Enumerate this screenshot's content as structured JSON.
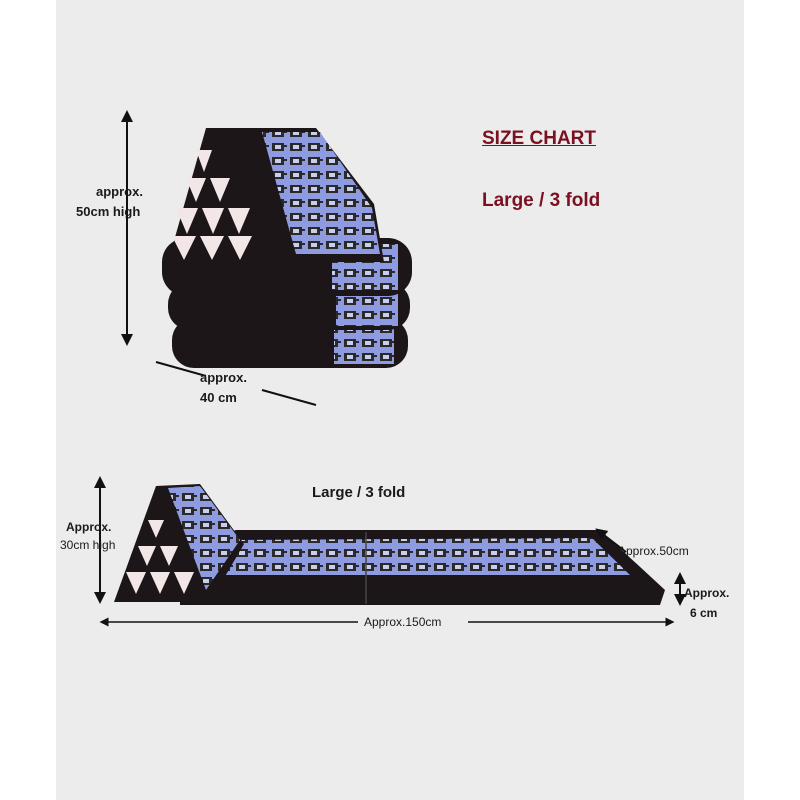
{
  "chart": {
    "title": "SIZE CHART",
    "subtitle": "Large / 3 fold"
  },
  "folded": {
    "height_label_1": "approx.",
    "height_label_2": "50cm high",
    "depth_label_1": "approx.",
    "depth_label_2": "40 cm"
  },
  "unfolded": {
    "title": "Large / 3 fold",
    "height_label_1": "Approx.",
    "height_label_2": "30cm high",
    "width_label": "Approx.50cm",
    "thickness_label_1": "Approx.",
    "thickness_label_2": "6 cm",
    "length_label": "Approx.150cm"
  },
  "colors": {
    "title": "#7a1020",
    "dark_fabric": "#1c1618",
    "blue_stripe": "#8f9be0",
    "pattern": "#2a2a2a",
    "triangle_light": "#f3e6e6",
    "background": "#ececec"
  }
}
